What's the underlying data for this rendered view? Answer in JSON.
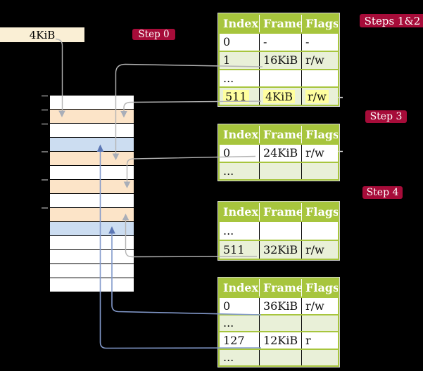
{
  "labels": {
    "box_4kib": "4KiB",
    "step0": "Step 0",
    "steps12": "Steps 1&2",
    "step3": "Step 3",
    "step4": "Step 4"
  },
  "tables": [
    {
      "id": "page-table-top",
      "columns": [
        "Index",
        "Frame",
        "Flags"
      ],
      "rows": [
        {
          "cells": [
            "0",
            "-",
            "-"
          ],
          "shaded": false,
          "highlight": false
        },
        {
          "cells": [
            "1",
            "16KiB",
            "r/w"
          ],
          "shaded": true,
          "highlight": false
        },
        {
          "cells": [
            "...",
            "",
            ""
          ],
          "shaded": false,
          "highlight": false
        },
        {
          "cells": [
            "511",
            "4KiB",
            "r/w"
          ],
          "shaded": true,
          "highlight": true
        }
      ]
    },
    {
      "id": "page-table-step3",
      "columns": [
        "Index",
        "Frame",
        "Flags"
      ],
      "rows": [
        {
          "cells": [
            "0",
            "24KiB",
            "r/w"
          ],
          "shaded": false,
          "highlight": false
        },
        {
          "cells": [
            "...",
            "",
            ""
          ],
          "shaded": true,
          "highlight": false
        }
      ]
    },
    {
      "id": "page-table-step4-upper",
      "columns": [
        "Index",
        "Frame",
        "Flags"
      ],
      "rows": [
        {
          "cells": [
            "...",
            "",
            ""
          ],
          "shaded": false,
          "highlight": false
        },
        {
          "cells": [
            "511",
            "32KiB",
            "r/w"
          ],
          "shaded": true,
          "highlight": false
        }
      ]
    },
    {
      "id": "page-table-step4-lower",
      "columns": [
        "Index",
        "Frame",
        "Flags"
      ],
      "rows": [
        {
          "cells": [
            "0",
            "36KiB",
            "r/w"
          ],
          "shaded": false,
          "highlight": false
        },
        {
          "cells": [
            "...",
            "",
            ""
          ],
          "shaded": true,
          "highlight": false
        },
        {
          "cells": [
            "127",
            "12KiB",
            "r"
          ],
          "shaded": false,
          "highlight": false
        },
        {
          "cells": [
            "...",
            "",
            ""
          ],
          "shaded": true,
          "highlight": false
        }
      ]
    }
  ],
  "memory": {
    "rows": [
      "white",
      "peach",
      "white",
      "blue",
      "peach",
      "white",
      "peach",
      "white",
      "peach",
      "blue",
      "white",
      "white",
      "white",
      "white"
    ]
  },
  "connectors": [
    {
      "from": "size-box-4kib",
      "to": "memory-row-2",
      "color": "gray"
    },
    {
      "from": "page-table-top-row-1",
      "to": "memory-row-5",
      "color": "gray"
    },
    {
      "from": "page-table-top-row-511",
      "to": "memory-row-2",
      "color": "gray"
    },
    {
      "from": "page-table-step3-row-0",
      "to": "memory-row-7",
      "color": "gray"
    },
    {
      "from": "page-table-step4-upper-row-511",
      "to": "memory-row-9",
      "color": "gray"
    },
    {
      "from": "page-table-step4-lower-row-0",
      "to": "memory-row-10",
      "color": "blue"
    },
    {
      "from": "page-table-step4-lower-row-127",
      "to": "memory-row-4",
      "color": "blue"
    }
  ],
  "colors": {
    "background": "#000000",
    "table_green": "#a7c53d",
    "table_row_alt": "#e9f0d8",
    "header_text": "#ffffff",
    "cell_text": "#111111",
    "highlight_yellow": "#ffff9f",
    "label_crimson": "#a60c39",
    "label_text": "#ffffff",
    "box_beige": "#faefd5",
    "memory_peach": "#fce4c8",
    "memory_blue": "#ccddf1",
    "memory_white": "#ffffff",
    "arrow_gray": "#b4b4b4",
    "arrowhead_gray": "#a9aeb8",
    "arrow_blue": "#8299cb",
    "arrowhead_blue": "#5c77b5"
  }
}
